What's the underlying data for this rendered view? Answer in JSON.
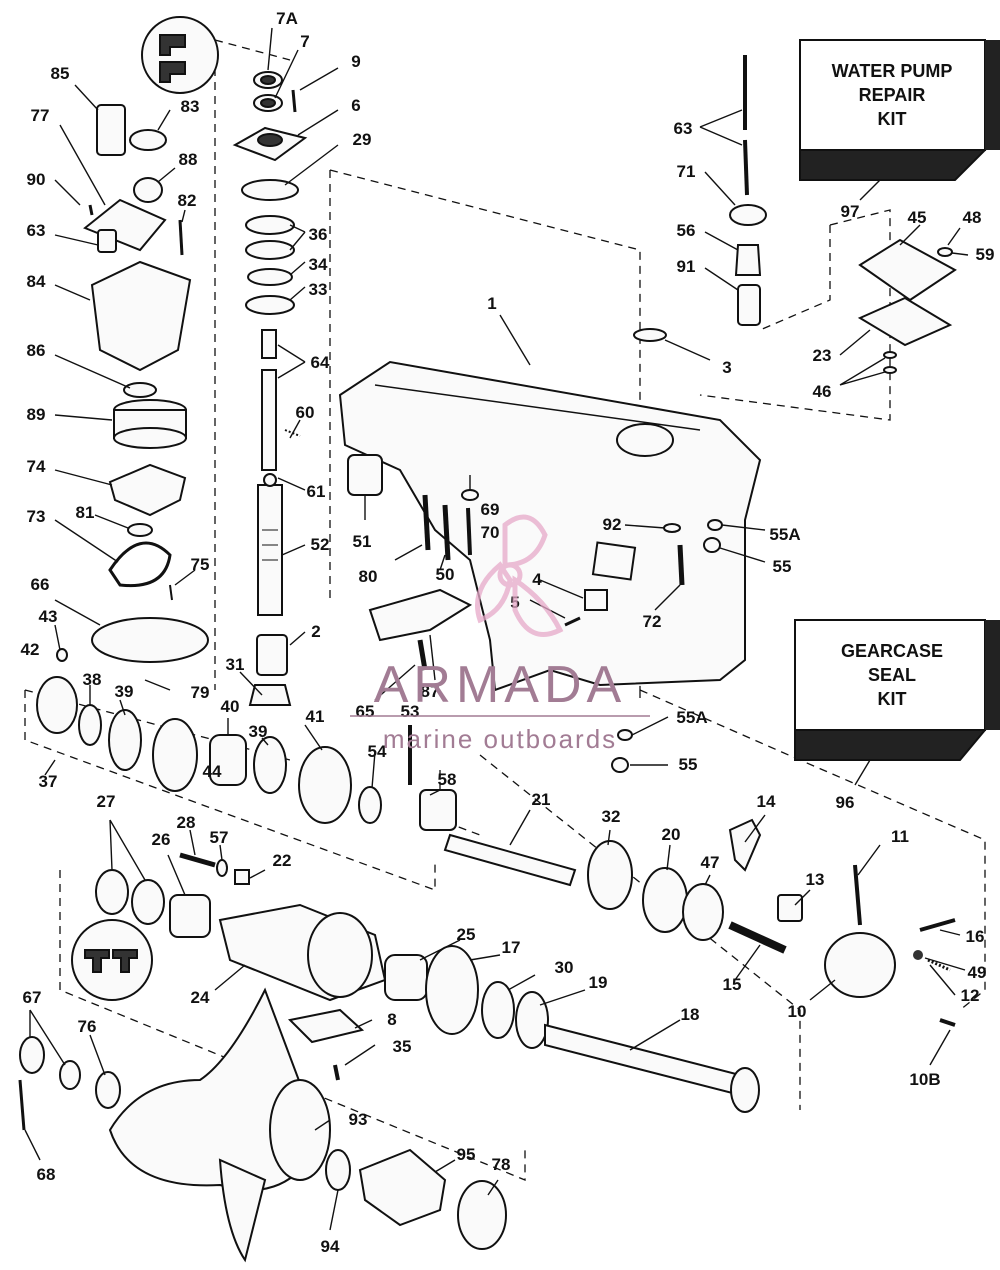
{
  "kits": [
    {
      "id": "water-pump-kit",
      "lines": [
        "WATER PUMP",
        "REPAIR",
        "KIT"
      ],
      "number": "97"
    },
    {
      "id": "gearcase-seal-kit",
      "lines": [
        "GEARCASE",
        "SEAL",
        "KIT"
      ],
      "number": "96"
    }
  ],
  "watermark": {
    "brand": "ARMADA",
    "tagline": "marine outboards"
  },
  "labels": [
    "7A",
    "7",
    "9",
    "6",
    "29",
    "36",
    "34",
    "33",
    "64",
    "60",
    "61",
    "52",
    "2",
    "31",
    "41",
    "85",
    "83",
    "77",
    "88",
    "90",
    "82",
    "63",
    "84",
    "86",
    "89",
    "74",
    "81",
    "73",
    "75",
    "66",
    "43",
    "42",
    "79",
    "38",
    "39",
    "40",
    "44",
    "37",
    "39",
    "54",
    "53",
    "58",
    "1",
    "3",
    "51",
    "69",
    "92",
    "55A",
    "55",
    "80",
    "50",
    "70",
    "4",
    "5",
    "72",
    "65",
    "87",
    "55A",
    "55",
    "63",
    "71",
    "56",
    "91",
    "45",
    "48",
    "59",
    "23",
    "46",
    "21",
    "32",
    "20",
    "47",
    "14",
    "11",
    "27",
    "28",
    "57",
    "26",
    "22",
    "13",
    "16",
    "49",
    "12",
    "10",
    "15",
    "25",
    "17",
    "30",
    "19",
    "18",
    "24",
    "8",
    "35",
    "10B",
    "67",
    "76",
    "68",
    "93",
    "95",
    "78",
    "94"
  ]
}
